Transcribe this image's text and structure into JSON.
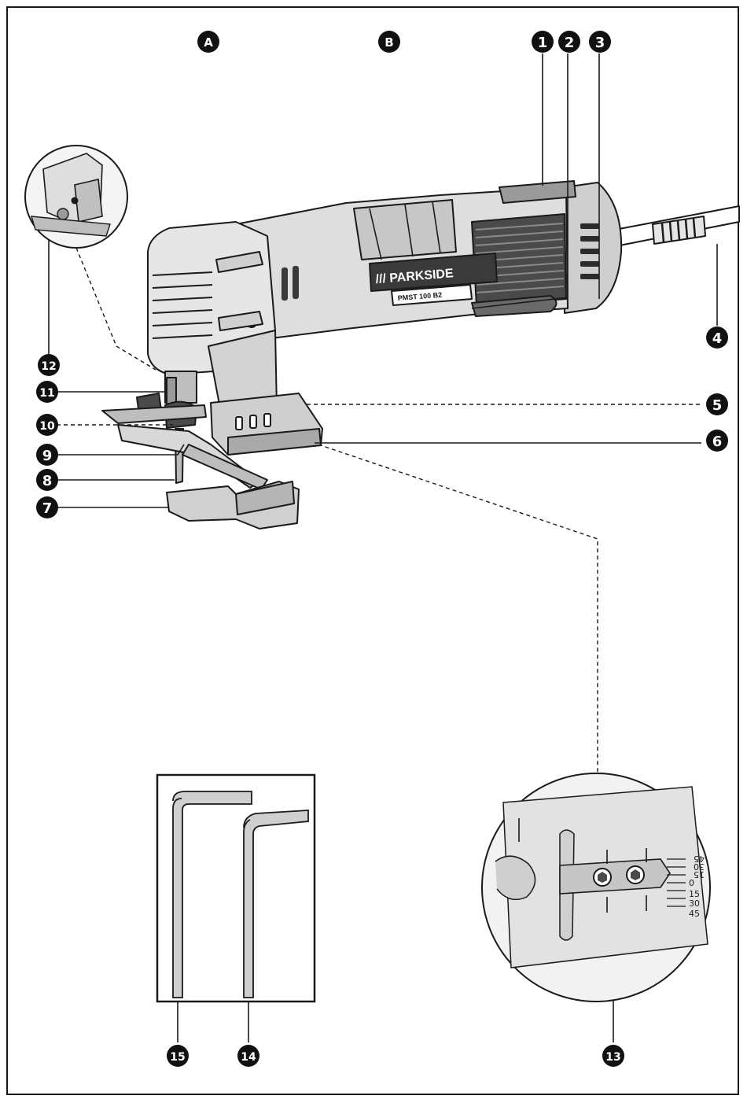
{
  "brand": {
    "name": "/// PARKSIDE",
    "model": "PMST 100 B2"
  },
  "letter_callouts": [
    {
      "id": "A",
      "label": "A"
    },
    {
      "id": "B",
      "label": "B"
    }
  ],
  "number_callouts": [
    {
      "id": "1",
      "label": "1"
    },
    {
      "id": "2",
      "label": "2"
    },
    {
      "id": "3",
      "label": "3"
    },
    {
      "id": "4",
      "label": "4"
    },
    {
      "id": "5",
      "label": "5"
    },
    {
      "id": "6",
      "label": "6"
    },
    {
      "id": "7",
      "label": "7"
    },
    {
      "id": "8",
      "label": "8"
    },
    {
      "id": "9",
      "label": "9"
    },
    {
      "id": "10",
      "label": "10"
    },
    {
      "id": "11",
      "label": "11"
    },
    {
      "id": "12",
      "label": "12"
    },
    {
      "id": "13",
      "label": "13"
    },
    {
      "id": "14",
      "label": "14"
    },
    {
      "id": "15",
      "label": "15"
    }
  ],
  "angle_scale": [
    "45",
    "30",
    "15",
    "0",
    "15",
    "30",
    "45"
  ],
  "colors": {
    "ink": "#1a1a1a",
    "body_grey": "#d9d9d9",
    "dark_grey": "#4a4a4a",
    "badge": "#111111"
  }
}
